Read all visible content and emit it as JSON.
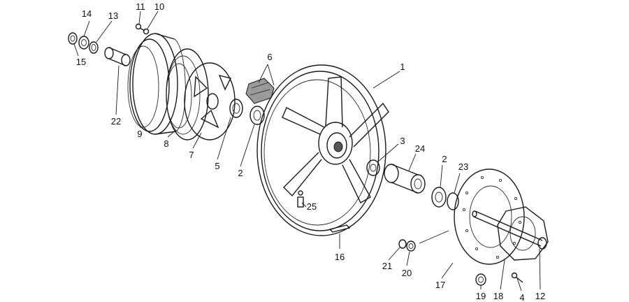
{
  "diagram": {
    "callouts": {
      "c1": "1",
      "c2a": "2",
      "c2b": "2",
      "c3": "3",
      "c4": "4",
      "c5": "5",
      "c6": "6",
      "c7": "7",
      "c8": "8",
      "c9": "9",
      "c10": "10",
      "c11": "11",
      "c12": "12",
      "c13": "13",
      "c14": "14",
      "c15": "15",
      "c16": "16",
      "c17": "17",
      "c18": "18",
      "c19": "19",
      "c20": "20",
      "c21": "21",
      "c22": "22",
      "c23": "23",
      "c24": "24",
      "c25": "25"
    }
  }
}
